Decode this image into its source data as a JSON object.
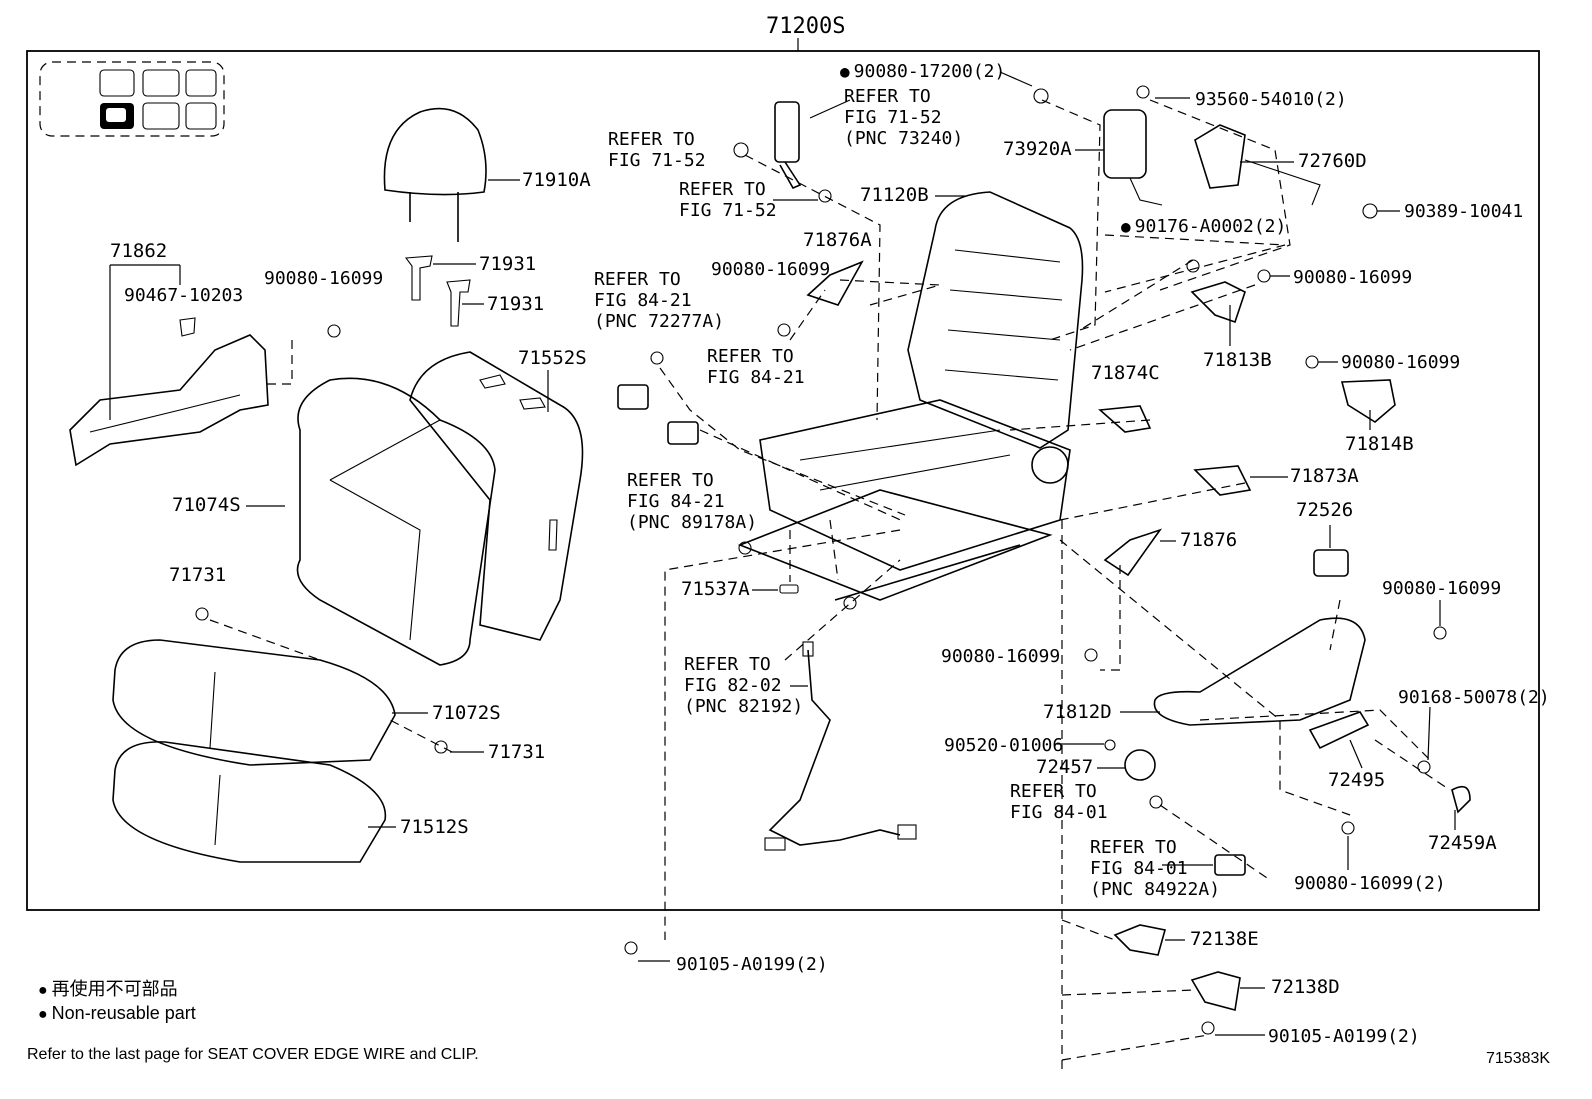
{
  "title": "71200S",
  "figure_code": "715383K",
  "footnote": "Refer to the last page for SEAT COVER EDGE WIRE and CLIP.",
  "legend": {
    "jp": "再使用不可部品",
    "en": "Non-reusable part"
  },
  "parts": {
    "p71910A": "71910A",
    "p71862": "71862",
    "p90467": "90467-10203",
    "p90080_a": "90080-16099",
    "p71931_a": "71931",
    "p71931_b": "71931",
    "p71552S": "71552S",
    "p71074S": "71074S",
    "p71731_a": "71731",
    "p71072S": "71072S",
    "p71731_b": "71731",
    "p71512S": "71512S",
    "p90080_17200": "90080-17200(2)",
    "p93560": "93560-54010(2)",
    "p73920A": "73920A",
    "p72760D": "72760D",
    "p71120B": "71120B",
    "p90389": "90389-10041",
    "p90176": "90176-A0002(2)",
    "p71876A": "71876A",
    "p90080_b": "90080-16099",
    "p90080_c": "90080-16099",
    "p71813B": "71813B",
    "p90080_d": "90080-16099",
    "p71874C": "71874C",
    "p71814B": "71814B",
    "p71873A": "71873A",
    "p72526": "72526",
    "p71876": "71876",
    "p71537A": "71537A",
    "p90080_e": "90080-16099",
    "p90080_f": "90080-16099",
    "p71812D": "71812D",
    "p90168": "90168-50078(2)",
    "p90520": "90520-01006",
    "p72457": "72457",
    "p72495": "72495",
    "p72459A": "72459A",
    "p90080_g": "90080-16099(2)",
    "p90105_a": "90105-A0199(2)",
    "p72138E": "72138E",
    "p72138D": "72138D",
    "p90105_b": "90105-A0199(2)"
  },
  "refs": {
    "r1": "REFER TO\nFIG 71-52\n(PNC 73240)",
    "r2": "REFER TO\nFIG 71-52",
    "r3": "REFER TO\nFIG 71-52",
    "r4": "REFER TO\nFIG 84-21\n(PNC 72277A)",
    "r5": "REFER TO\nFIG 84-21",
    "r6": "REFER TO\nFIG 84-21\n(PNC 89178A)",
    "r7": "REFER TO\nFIG 82-02\n(PNC 82192)",
    "r8": "REFER TO\nFIG 84-01",
    "r9": "REFER TO\nFIG 84-01\n(PNC 84922A)"
  }
}
